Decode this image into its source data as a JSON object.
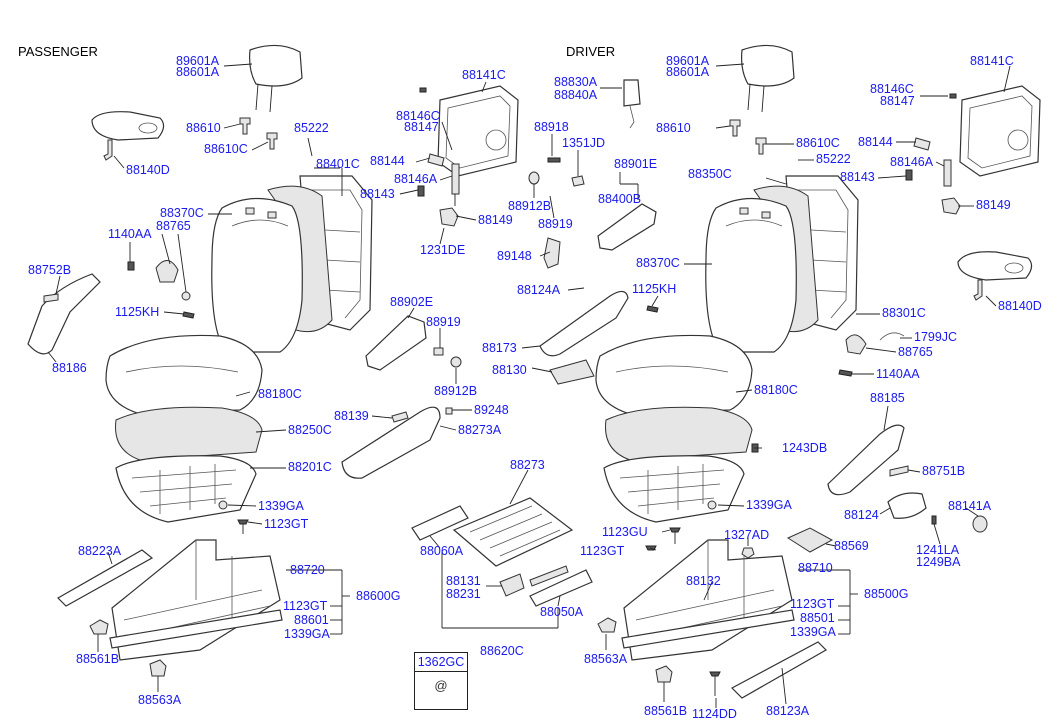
{
  "sections": {
    "passenger": "PASSENGER",
    "driver": "DRIVER"
  },
  "legend_box": {
    "code": "1362GC",
    "symbol": "@"
  },
  "labels": {
    "p_89601A": "89601A",
    "p_88601A": "88601A",
    "p_88610": "88610",
    "p_88610C": "88610C",
    "p_88140D": "88140D",
    "p_85222": "85222",
    "p_88401C": "88401C",
    "p_88370C": "88370C",
    "p_88765": "88765",
    "p_1140AA": "1140AA",
    "p_88752B": "88752B",
    "p_1125KH": "1125KH",
    "p_88186": "88186",
    "p_88180C": "88180C",
    "p_88250C": "88250C",
    "p_88201C": "88201C",
    "p_1339GA": "1339GA",
    "p_1123GT": "1123GT",
    "p_88223A": "88223A",
    "p_88720": "88720",
    "p_88600G": "88600G",
    "p_1123GT_b": "1123GT",
    "p_88601": "88601",
    "p_1339GA_b": "1339GA",
    "p_88561B": "88561B",
    "p_88563A": "88563A",
    "c_88141C": "88141C",
    "c_88146C": "88146C",
    "c_88147": "88147",
    "c_88144": "88144",
    "c_88146A": "88146A",
    "c_88143": "88143",
    "c_88149": "88149",
    "c_1231DE": "1231DE",
    "c_88830A": "88830A",
    "c_88840A": "88840A",
    "c_88918": "88918",
    "c_1351JD": "1351JD",
    "c_88901E": "88901E",
    "c_88912B": "88912B",
    "c_88400B": "88400B",
    "c_88919": "88919",
    "c_89148": "89148",
    "c_88124A": "88124A",
    "c_88902E": "88902E",
    "c_88919_b": "88919",
    "c_88173": "88173",
    "c_88130": "88130",
    "c_88912B_b": "88912B",
    "c_88139": "88139",
    "c_89248": "89248",
    "c_88273A": "88273A",
    "c_88273": "88273",
    "c_88060A": "88060A",
    "c_88131": "88131",
    "c_88231": "88231",
    "c_88050A": "88050A",
    "c_88620C": "88620C",
    "d_89601A": "89601A",
    "d_88601A": "88601A",
    "d_88610": "88610",
    "d_88610C": "88610C",
    "d_85222": "85222",
    "d_88350C": "88350C",
    "d_88146C": "88146C",
    "d_88147": "88147",
    "d_88141C": "88141C",
    "d_88144": "88144",
    "d_88146A": "88146A",
    "d_88143": "88143",
    "d_88149": "88149",
    "d_88370C": "88370C",
    "d_1125KH": "1125KH",
    "d_88140D": "88140D",
    "d_88301C": "88301C",
    "d_1799JC": "1799JC",
    "d_88765": "88765",
    "d_1140AA": "1140AA",
    "d_88180C": "88180C",
    "d_88185": "88185",
    "d_1243DB": "1243DB",
    "d_88751B": "88751B",
    "d_1339GA": "1339GA",
    "d_88124": "88124",
    "d_88141A": "88141A",
    "d_1123GU": "1123GU",
    "d_1327AD": "1327AD",
    "d_88569": "88569",
    "d_1123GT": "1123GT",
    "d_1241LA": "1241LA",
    "d_1249BA": "1249BA",
    "d_88710": "88710",
    "d_88132": "88132",
    "d_88500G": "88500G",
    "d_1123GT_b": "1123GT",
    "d_88501": "88501",
    "d_1339GA_b": "1339GA",
    "d_88563A": "88563A",
    "d_88561B": "88561B",
    "d_1124DD": "1124DD",
    "d_88123A": "88123A"
  }
}
